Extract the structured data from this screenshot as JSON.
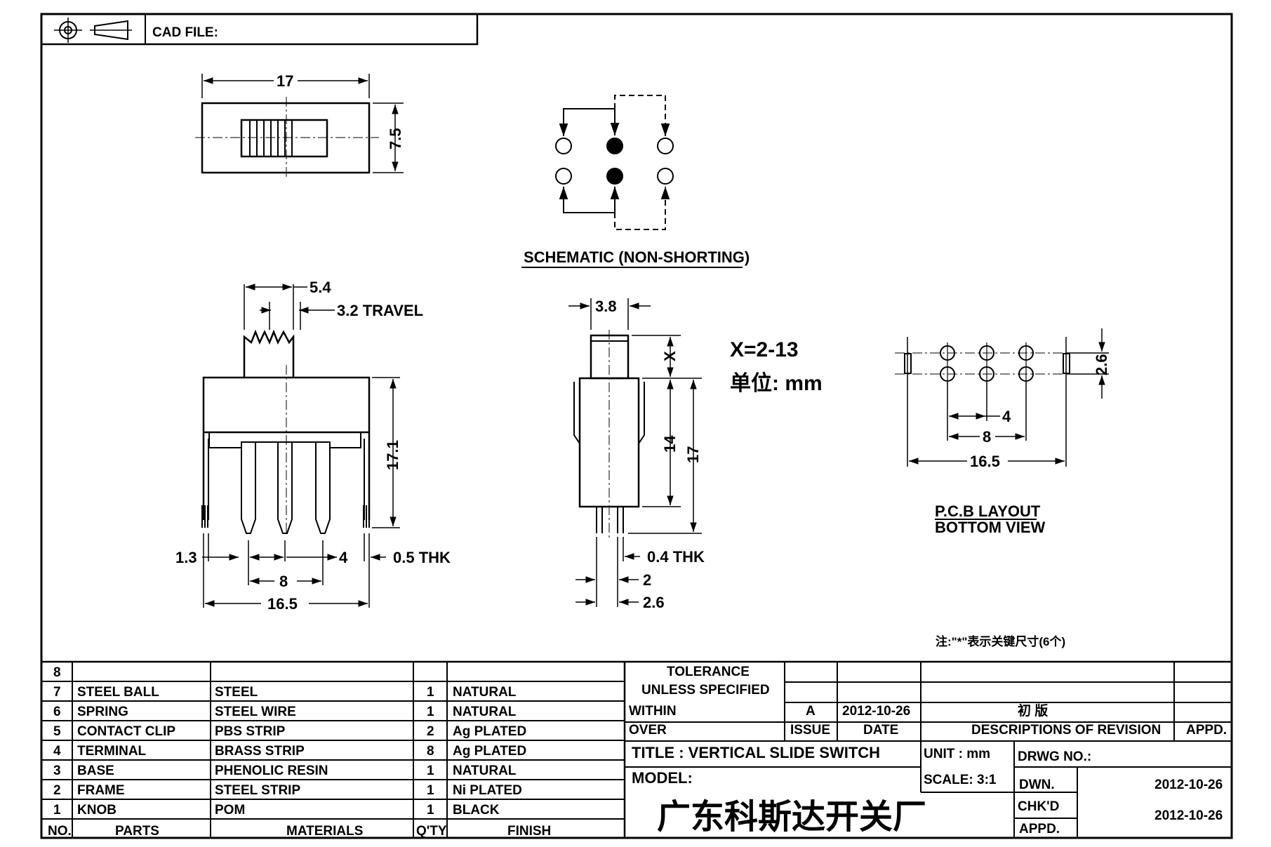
{
  "header": {
    "cad_file_label": "CAD FILE:",
    "icons": [
      "projection-target-icon",
      "projection-cone-icon"
    ]
  },
  "top_view": {
    "width": "17",
    "height": "7.5"
  },
  "schematic": {
    "title": "SCHEMATIC (NON-SHORTING)"
  },
  "front_view": {
    "knob_width": "5.4",
    "travel": "3.2 TRAVEL",
    "height": "17.1",
    "edge": "1.3",
    "pitch_small": "4",
    "thickness": "0.5 THK",
    "pitch": "8",
    "overall_width": "16.5"
  },
  "side_view": {
    "knob_width": "3.8",
    "knob_height": "X",
    "body_height": "14",
    "total_height": "17",
    "thickness": "0.4 THK",
    "pin_a": "2",
    "pin_b": "2.6"
  },
  "note_x": "X=2-13",
  "note_unit": "单位: mm",
  "pcb": {
    "row_gap": "2.6",
    "pitch_small": "4",
    "pitch": "8",
    "overall": "16.5",
    "title_line1": "P.C.B LAYOUT",
    "title_line2": "BOTTOM VIEW"
  },
  "note_keys": "注:\"*\"表示关键尺寸(6个)",
  "bom": {
    "header": {
      "no": "NO.",
      "parts": "PARTS",
      "materials": "MATERIALS",
      "qty": "Q'TY",
      "finish": "FINISH"
    },
    "rows": [
      {
        "no": "8",
        "part": "",
        "material": "",
        "qty": "",
        "finish": ""
      },
      {
        "no": "7",
        "part": "STEEL BALL",
        "material": "STEEL",
        "qty": "1",
        "finish": "NATURAL"
      },
      {
        "no": "6",
        "part": "SPRING",
        "material": "STEEL WIRE",
        "qty": "1",
        "finish": "NATURAL"
      },
      {
        "no": "5",
        "part": "CONTACT CLIP",
        "material": "PBS STRIP",
        "qty": "2",
        "finish": "Ag PLATED"
      },
      {
        "no": "4",
        "part": "TERMINAL",
        "material": "BRASS STRIP",
        "qty": "8",
        "finish": "Ag PLATED"
      },
      {
        "no": "3",
        "part": "BASE",
        "material": "PHENOLIC RESIN",
        "qty": "1",
        "finish": "NATURAL"
      },
      {
        "no": "2",
        "part": "FRAME",
        "material": "STEEL STRIP",
        "qty": "1",
        "finish": "Ni PLATED"
      },
      {
        "no": "1",
        "part": "KNOB",
        "material": "POM",
        "qty": "1",
        "finish": "BLACK"
      }
    ]
  },
  "title_block": {
    "tolerance": "TOLERANCE",
    "unless": "UNLESS SPECIFIED",
    "within": "WITHIN",
    "over": "OVER",
    "rev_letter": "A",
    "rev_date": "2012-10-26",
    "rev_desc": "初 版",
    "issue": "ISSUE",
    "date": "DATE",
    "desc": "DESCRIPTIONS OF REVISION",
    "appd": "APPD.",
    "title": "TITLE : VERTICAL SLIDE SWITCH",
    "unit": "UNIT : mm",
    "drwg_no": "DRWG NO.:",
    "model": "MODEL:",
    "scale": "SCALE: 3:1",
    "dwn_label": "DWN.",
    "dwn_date": "2012-10-26",
    "company": "广东科斯达开关厂",
    "chkd_label": "CHK'D",
    "chkd_date": "2012-10-26",
    "appd_label": "APPD."
  }
}
